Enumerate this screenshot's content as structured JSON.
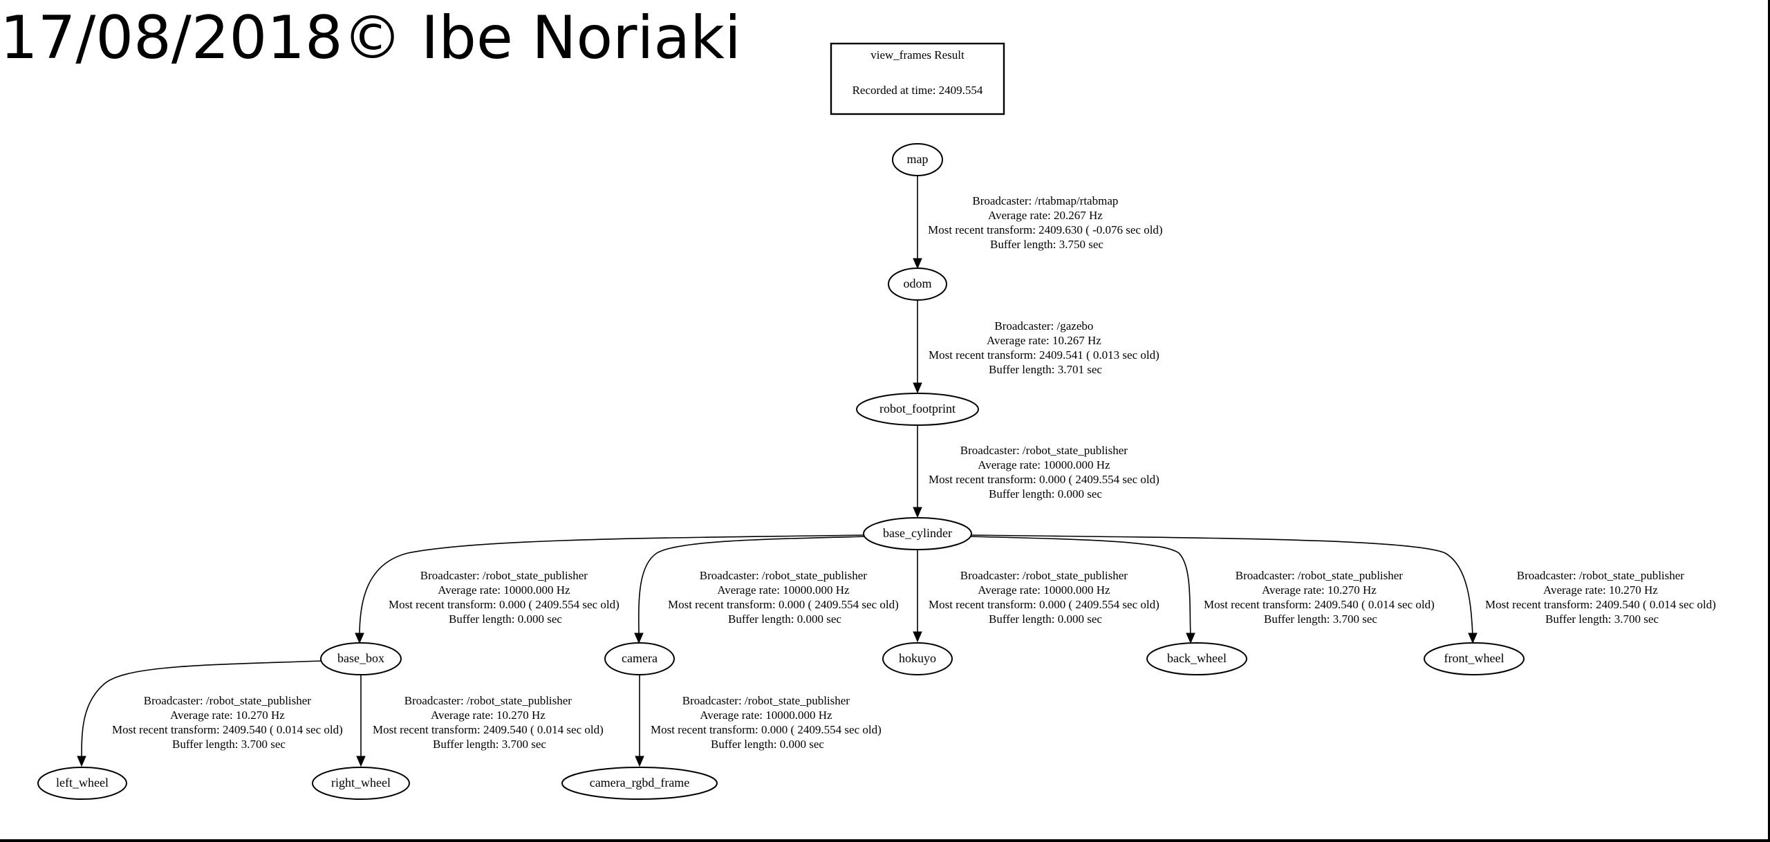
{
  "caption": "17/08/2018© Ibe Noriaki",
  "header": {
    "title": "view_frames Result",
    "recorded": "Recorded at time: 2409.554"
  },
  "nodes": {
    "map": "map",
    "odom": "odom",
    "robot_footprint": "robot_footprint",
    "base_cylinder": "base_cylinder",
    "base_box": "base_box",
    "camera": "camera",
    "hokuyo": "hokuyo",
    "back_wheel": "back_wheel",
    "front_wheel": "front_wheel",
    "left_wheel": "left_wheel",
    "right_wheel": "right_wheel",
    "camera_rgbd_frame": "camera_rgbd_frame"
  },
  "edges": {
    "map_odom": [
      "Broadcaster: /rtabmap/rtabmap",
      "Average rate: 20.267 Hz",
      "Most recent transform: 2409.630 ( -0.076 sec old)",
      "Buffer length: 3.750 sec"
    ],
    "odom_robot_footprint": [
      "Broadcaster: /gazebo",
      "Average rate: 10.267 Hz",
      "Most recent transform: 2409.541 ( 0.013 sec old)",
      "Buffer length: 3.701 sec"
    ],
    "robot_footprint_base_cylinder": [
      "Broadcaster: /robot_state_publisher",
      "Average rate: 10000.000 Hz",
      "Most recent transform: 0.000 ( 2409.554 sec old)",
      "Buffer length: 0.000 sec"
    ],
    "base_cylinder_base_box": [
      "Broadcaster: /robot_state_publisher",
      "Average rate: 10000.000 Hz",
      "Most recent transform: 0.000 ( 2409.554 sec old)",
      "Buffer length: 0.000 sec"
    ],
    "base_cylinder_camera": [
      "Broadcaster: /robot_state_publisher",
      "Average rate: 10000.000 Hz",
      "Most recent transform: 0.000 ( 2409.554 sec old)",
      "Buffer length: 0.000 sec"
    ],
    "base_cylinder_hokuyo": [
      "Broadcaster: /robot_state_publisher",
      "Average rate: 10000.000 Hz",
      "Most recent transform: 0.000 ( 2409.554 sec old)",
      "Buffer length: 0.000 sec"
    ],
    "base_cylinder_back_wheel": [
      "Broadcaster: /robot_state_publisher",
      "Average rate: 10.270 Hz",
      "Most recent transform: 2409.540 ( 0.014 sec old)",
      "Buffer length: 3.700 sec"
    ],
    "base_cylinder_front_wheel": [
      "Broadcaster: /robot_state_publisher",
      "Average rate: 10.270 Hz",
      "Most recent transform: 2409.540 ( 0.014 sec old)",
      "Buffer length: 3.700 sec"
    ],
    "base_box_left_wheel": [
      "Broadcaster: /robot_state_publisher",
      "Average rate: 10.270 Hz",
      "Most recent transform: 2409.540 ( 0.014 sec old)",
      "Buffer length: 3.700 sec"
    ],
    "base_box_right_wheel": [
      "Broadcaster: /robot_state_publisher",
      "Average rate: 10.270 Hz",
      "Most recent transform: 2409.540 ( 0.014 sec old)",
      "Buffer length: 3.700 sec"
    ],
    "camera_camera_rgbd_frame": [
      "Broadcaster: /robot_state_publisher",
      "Average rate: 10000.000 Hz",
      "Most recent transform: 0.000 ( 2409.554 sec old)",
      "Buffer length: 0.000 sec"
    ]
  }
}
